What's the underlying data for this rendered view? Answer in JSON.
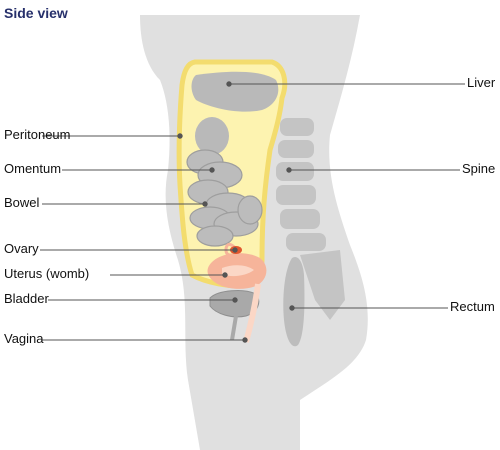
{
  "title": "Side view",
  "labels": {
    "liver": "Liver",
    "peritoneum": "Peritoneum",
    "omentum": "Omentum",
    "bowel": "Bowel",
    "spine": "Spine",
    "ovary": "Ovary",
    "uterus": "Uterus (womb)",
    "bladder": "Bladder",
    "rectum": "Rectum",
    "vagina": "Vagina"
  },
  "colors": {
    "body": "#e0e0e0",
    "peritoneum": "#fdf3b0",
    "peritoneum_outline": "#f3dc6e",
    "organ": "#b9b9b9",
    "organ_dark": "#8f8f8f",
    "spine": "#c4c4c4",
    "uterus": "#f6b49a",
    "uterus_light": "#fbd7c6",
    "ovary": "#e0562e",
    "title": "#27306b",
    "leader": "#555555"
  }
}
